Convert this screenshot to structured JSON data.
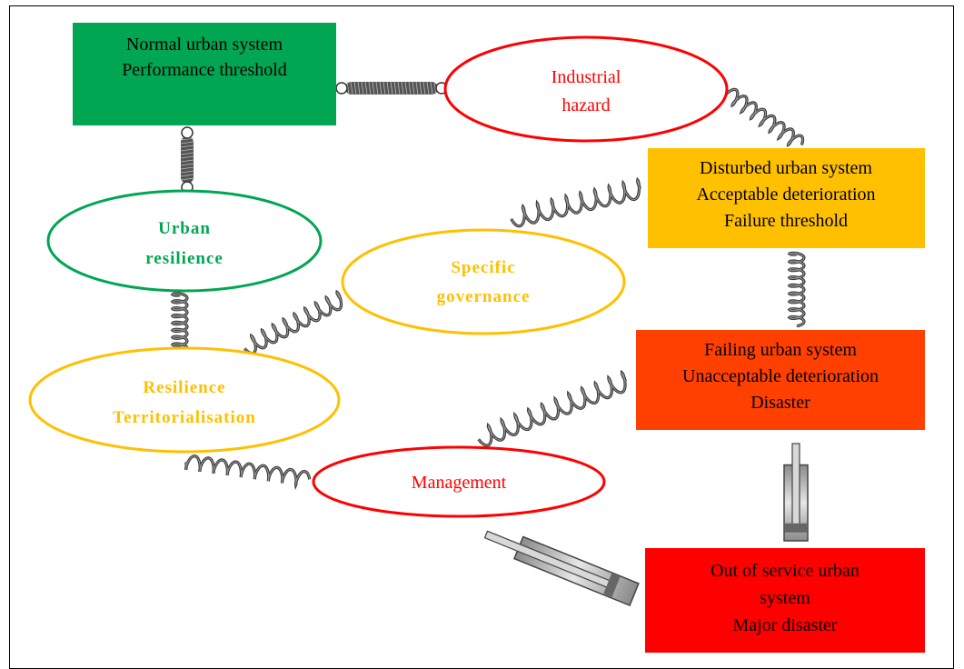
{
  "boxes": {
    "normal": {
      "lines": [
        "Normal urban system",
        "Performance threshold"
      ],
      "fill": "#00a651"
    },
    "disturbed": {
      "lines": [
        "Disturbed urban system",
        "Acceptable deterioration",
        "Failure threshold"
      ],
      "fill": "#ffc000"
    },
    "failing": {
      "lines": [
        "Failing urban system",
        "Unacceptable deterioration",
        "Disaster"
      ],
      "fill": "#ff4000"
    },
    "outofservice": {
      "lines": [
        "Out of service urban",
        "system",
        "Major disaster"
      ],
      "fill": "#ff0000"
    }
  },
  "ellipses": {
    "industrial": {
      "lines": [
        "Industrial",
        "hazard"
      ],
      "color": "#ff0000"
    },
    "urban_resilience": {
      "lines": [
        "Urban",
        "resilience"
      ],
      "color": "#00a651"
    },
    "specific_governance": {
      "lines": [
        "Specific",
        "governance"
      ],
      "color": "#ffc000"
    },
    "territorialisation": {
      "lines": [
        "Resilience",
        "Territorialisation"
      ],
      "color": "#ffc000"
    },
    "management": {
      "lines": [
        "Management"
      ],
      "color": "#ff0000"
    }
  }
}
